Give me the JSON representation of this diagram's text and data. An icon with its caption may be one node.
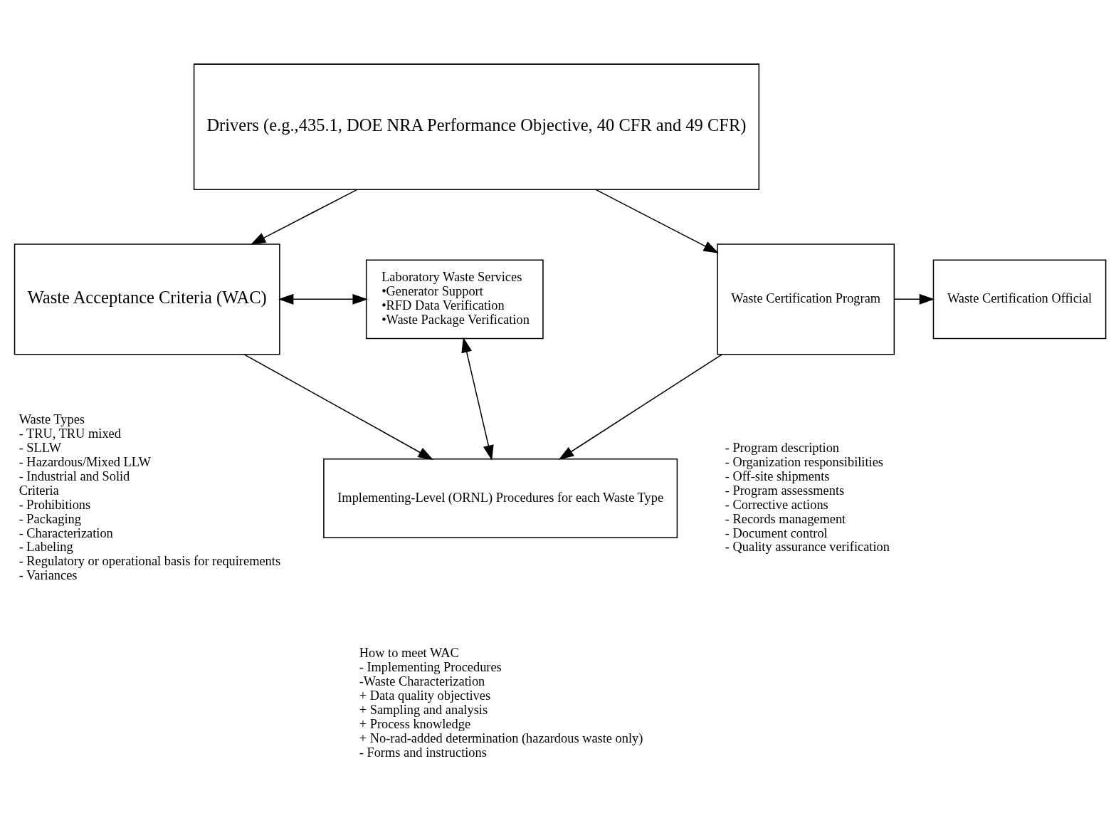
{
  "diagram": {
    "nodes": [
      {
        "text": [
          "Drivers (e.g.,435.1, DOE NRA Performance Objective, 40 CFR and 49 CFR)"
        ]
      },
      {
        "text": [
          "Waste Acceptance Criteria (WAC)"
        ],
        "beside": [
          "Waste Types",
          "- TRU, TRU mixed",
          "- SLLW",
          "- Hazardous/Mixed LLW",
          "- Industrial and Solid",
          "Criteria",
          "- Prohibitions",
          "- Packaging",
          "- Characterization",
          "- Labeling",
          "- Regulatory or operational basis for requirements",
          "- Variances"
        ]
      },
      {
        "text": [
          "Laboratory Waste Services",
          "•Generator Support",
          "•RFD Data Verification",
          "•Waste Package Verification"
        ]
      },
      {
        "text": [
          "Waste Certification Official"
        ]
      },
      {
        "text": [
          "Waste Certification Program"
        ],
        "beside": [
          "- Program description",
          "- Organization responsibilities",
          "- Off-site shipments",
          "- Program assessments",
          "- Corrective actions",
          "- Records management",
          "- Document control",
          "- Quality assurance verification"
        ]
      },
      {
        "text": [
          "Implementing-Level (ORNL) Procedures for each Waste Type"
        ],
        "beside": [
          "How to meet WAC",
          "- Implementing Procedures",
          "-Waste Characterization",
          " + Data quality objectives",
          " + Sampling and analysis",
          " + Process knowledge",
          " + No-rad-added determination (hazardous waste only)",
          "- Forms and instructions"
        ]
      }
    ],
    "edges": [
      {
        "from": 0,
        "to": 1,
        "arrow": "to"
      },
      {
        "from": 0,
        "to": 4,
        "arrow": "to"
      },
      {
        "from": 1,
        "to": 2,
        "arrow": "both"
      },
      {
        "from": 4,
        "to": 3,
        "arrow": "to"
      },
      {
        "from": 2,
        "to": 5,
        "arrow": "both"
      },
      {
        "from": 1,
        "to": 5,
        "arrow": "to"
      },
      {
        "from": 4,
        "to": 5,
        "arrow": "to"
      }
    ]
  }
}
